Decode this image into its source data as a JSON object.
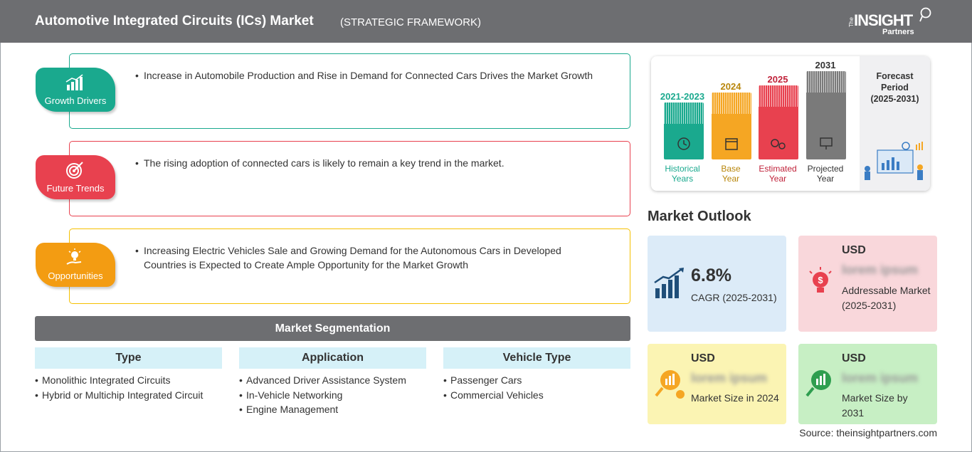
{
  "header": {
    "title": "Automotive Integrated Circuits (ICs) Market",
    "subtitle": "(STRATEGIC FRAMEWORK)",
    "logo": {
      "the": "The",
      "insight": "INSIGHT",
      "partners": "Partners"
    }
  },
  "framework": {
    "drivers": {
      "badge": "Growth Drivers",
      "text": "Increase in Automobile Production and Rise in Demand for Connected Cars Drives the Market Growth",
      "color": "#1aa98e"
    },
    "trends": {
      "badge": "Future Trends",
      "text": "The rising adoption of connected cars is likely to remain a key trend in the market.",
      "color": "#e8414f"
    },
    "opportunities": {
      "badge": "Opportunities",
      "text": "Increasing Electric Vehicles Sale and Growing Demand for the Autonomous Cars in Developed Countries is Expected to Create Ample Opportunity for the Market Growth",
      "color": "#f39c12"
    }
  },
  "segmentation": {
    "title": "Market Segmentation",
    "columns": [
      {
        "head": "Type",
        "items": [
          "Monolithic Integrated Circuits",
          "Hybrid or Multichip Integrated Circuit"
        ]
      },
      {
        "head": "Application",
        "items": [
          "Advanced Driver Assistance System",
          "In-Vehicle Networking",
          "Engine Management"
        ]
      },
      {
        "head": "Vehicle Type",
        "items": [
          "Passenger Cars",
          "Commercial Vehicles"
        ]
      }
    ]
  },
  "timeline": {
    "bars": [
      {
        "year": "2021-2023",
        "caption_line1": "Historical",
        "caption_line2": "Years",
        "color": "#1aa98e",
        "icon": "history-icon"
      },
      {
        "year": "2024",
        "caption_line1": "Base",
        "caption_line2": "Year",
        "color": "#f5a623",
        "icon": "calendar-icon"
      },
      {
        "year": "2025",
        "caption_line1": "Estimated",
        "caption_line2": "Year",
        "color": "#e8414f",
        "icon": "gears-icon"
      },
      {
        "year": "2031",
        "caption_line1": "Projected",
        "caption_line2": "Year",
        "color": "#7a7a7a",
        "icon": "presentation-icon"
      }
    ],
    "forecast": {
      "line1": "Forecast",
      "line2": "Period",
      "line3": "(2025-2031)"
    }
  },
  "outlook": {
    "title": "Market Outlook",
    "cagr": {
      "value": "6.8%",
      "label": "CAGR (2025-2031)",
      "color": "#dcebf8"
    },
    "addressable": {
      "currency": "USD",
      "value": "lorem ipsum",
      "label": "Addressable Market (2025-2031)",
      "color": "#f9d7db"
    },
    "size2024": {
      "currency": "USD",
      "value": "lorem ipsum",
      "label": "Market Size in 2024",
      "color": "#fbf4b3"
    },
    "size2031": {
      "currency": "USD",
      "value": "lorem ipsum",
      "label": "Market Size by 2031",
      "color": "#c7efc4"
    }
  },
  "source": "Source: theinsightpartners.com"
}
